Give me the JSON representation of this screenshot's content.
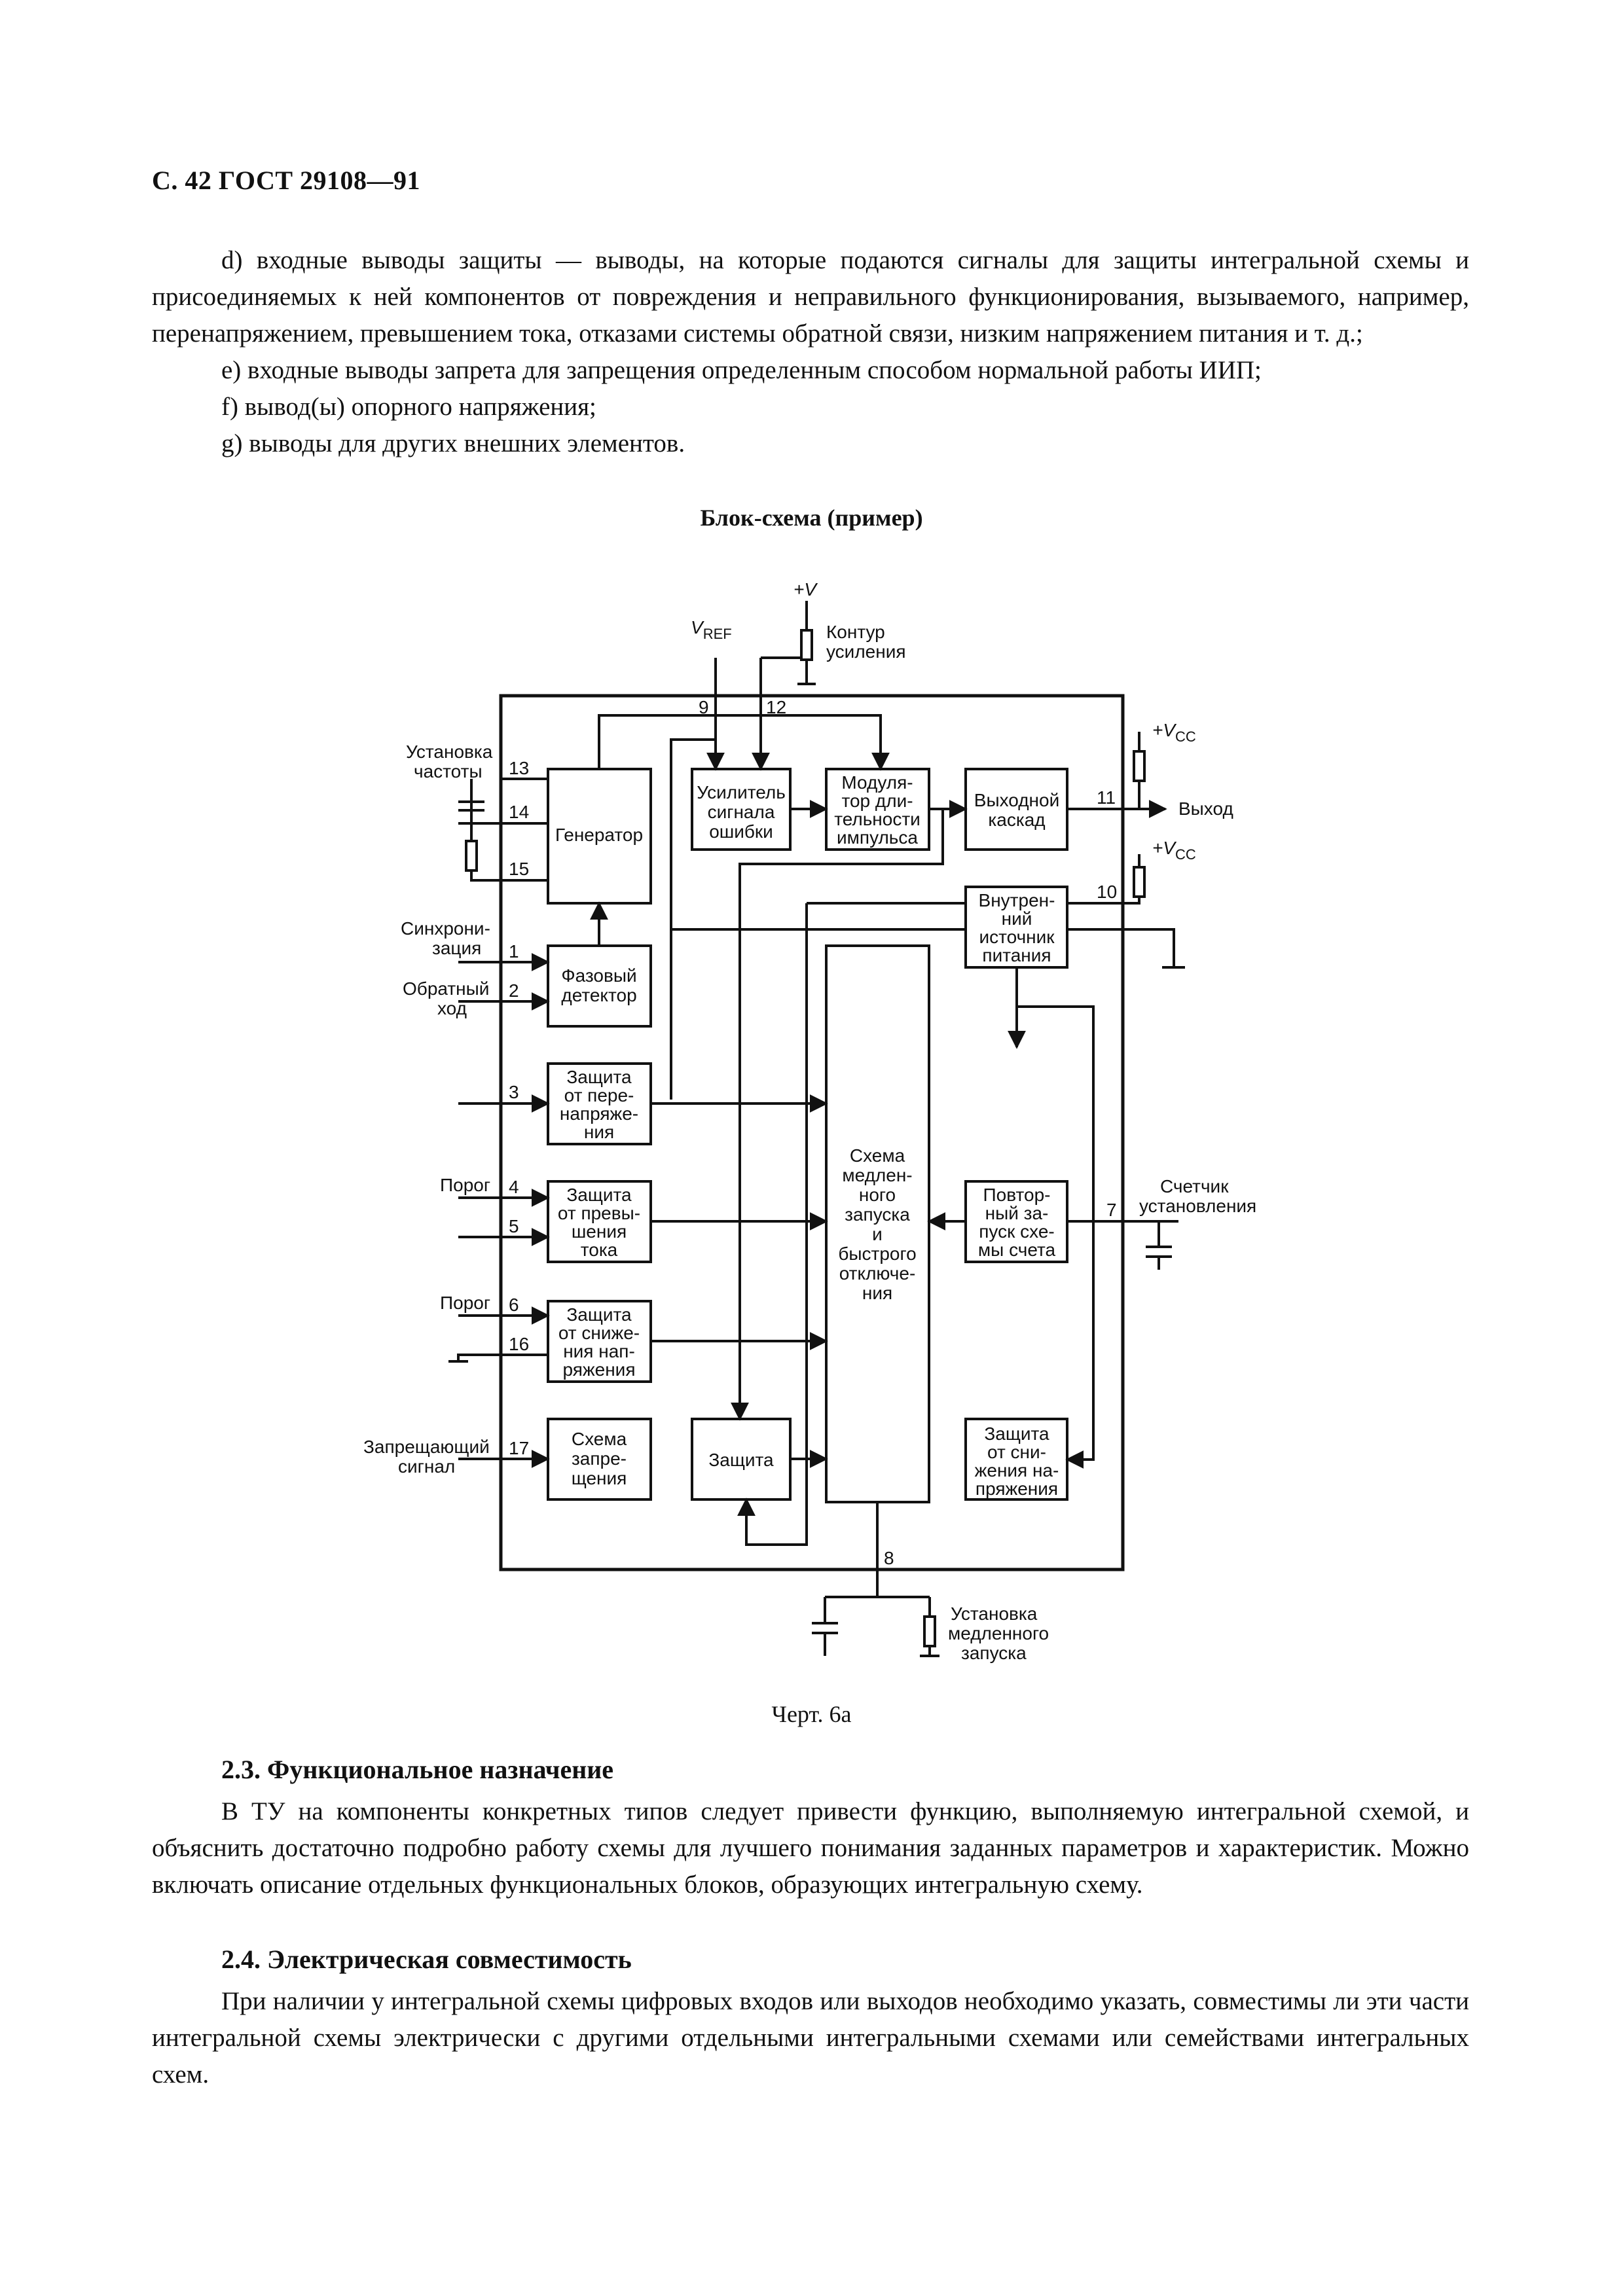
{
  "page_header": "С. 42 ГОСТ 29108—91",
  "list_items": [
    "d) входные выводы защиты — выводы, на которые подаются сигналы для защиты интегральной схемы и присоединяемых к ней компонентов от повреждения и неправильного функционирования, вызываемого, например, перенапряжением, превышением тока, отказами системы обратной связи, низким напряжением питания и т. д.;",
    "e) входные выводы запрета для запрещения определенным способом нормальной работы ИИП;",
    "f) вывод(ы) опорного напряжения;",
    "g) выводы для других внешних элементов."
  ],
  "diagram": {
    "title": "Блок-схема (пример)",
    "caption": "Черт. 6а",
    "blocks": {
      "generator": "Генератор",
      "error_amp": [
        "Усилитель",
        "сигнала",
        "ошибки"
      ],
      "pwm": [
        "Модуля-",
        "тор дли-",
        "тельности",
        "импульса"
      ],
      "output_stage": [
        "Выходной",
        "каскад"
      ],
      "internal_supply": [
        "Внутрен-",
        "ний",
        "источник",
        "питания"
      ],
      "phase_detector": [
        "Фазовый",
        "детектор"
      ],
      "overvoltage": [
        "Защита",
        "от пере-",
        "напряже-",
        "ния"
      ],
      "overcurrent": [
        "Защита",
        "от превы-",
        "шения",
        "тока"
      ],
      "undervoltage": [
        "Защита",
        "от сниже-",
        "ния нап-",
        "ряжения"
      ],
      "inhibit": [
        "Схема",
        "запре-",
        "щения"
      ],
      "protection": "Защита",
      "softstart": [
        "Схема",
        "медлен-",
        "ного",
        "запуска",
        "и",
        "быстрого",
        "отключе-",
        "ния"
      ],
      "restart": [
        "Повтор-",
        "ный за-",
        "пуск схе-",
        "мы счета"
      ],
      "undervoltage2": [
        "Защита",
        "от сни-",
        "жения на-",
        "пряжения"
      ]
    },
    "labels": {
      "vplus": "+V",
      "vref_main": "V",
      "vref_sub": "REF",
      "gain_contour": [
        "Контур",
        "усиления"
      ],
      "freq_setting": [
        "Установка",
        "частоты"
      ],
      "sync": [
        "Синхрони-",
        "зация"
      ],
      "flyback": [
        "Обратный",
        "ход"
      ],
      "threshold1": "Порог",
      "threshold2": "Порог",
      "inhibit_signal": [
        "Запрещающий",
        "сигнал"
      ],
      "vcc_main": "+V",
      "vcc_sub": "CC",
      "output": "Выход",
      "counter": [
        "Счетчик",
        "установления"
      ],
      "softstart_setting": [
        "Установка",
        "медленного",
        "запуска"
      ]
    },
    "pins": [
      "9",
      "12",
      "13",
      "14",
      "15",
      "1",
      "2",
      "3",
      "4",
      "5",
      "6",
      "16",
      "17",
      "11",
      "10",
      "7",
      "8"
    ]
  },
  "sections": [
    {
      "heading": "2.3. Функциональное назначение",
      "text": "В ТУ на компоненты конкретных типов следует привести функцию, выполняемую интегральной схемой, и объяснить достаточно подробно работу схемы для лучшего понимания заданных параметров и характеристик. Можно включать описание отдельных функциональных блоков, образующих интегральную схему."
    },
    {
      "heading": "2.4. Электрическая совместимость",
      "text": "При наличии у интегральной схемы цифровых входов или выходов необходимо указать, совместимы ли эти части интегральной схемы электрически с другими отдельными интегральными схемами или семействами интегральных схем."
    }
  ]
}
